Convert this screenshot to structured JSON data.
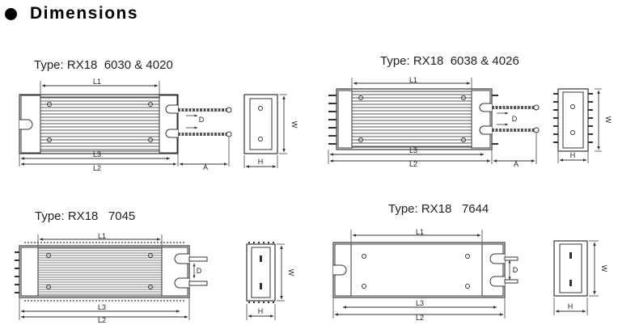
{
  "heading": {
    "title": "Dimensions"
  },
  "types": [
    {
      "text": "Type: RX18  6030 & 4020"
    },
    {
      "text": "Type: RX18  6038 & 4026"
    },
    {
      "text": "Type: RX18   7045"
    },
    {
      "text": "Type: RX18   7644"
    }
  ],
  "dims": {
    "L1": "L1",
    "L2": "L2",
    "L3": "L3",
    "A": "A",
    "D": "D",
    "W": "W",
    "H": "H"
  }
}
